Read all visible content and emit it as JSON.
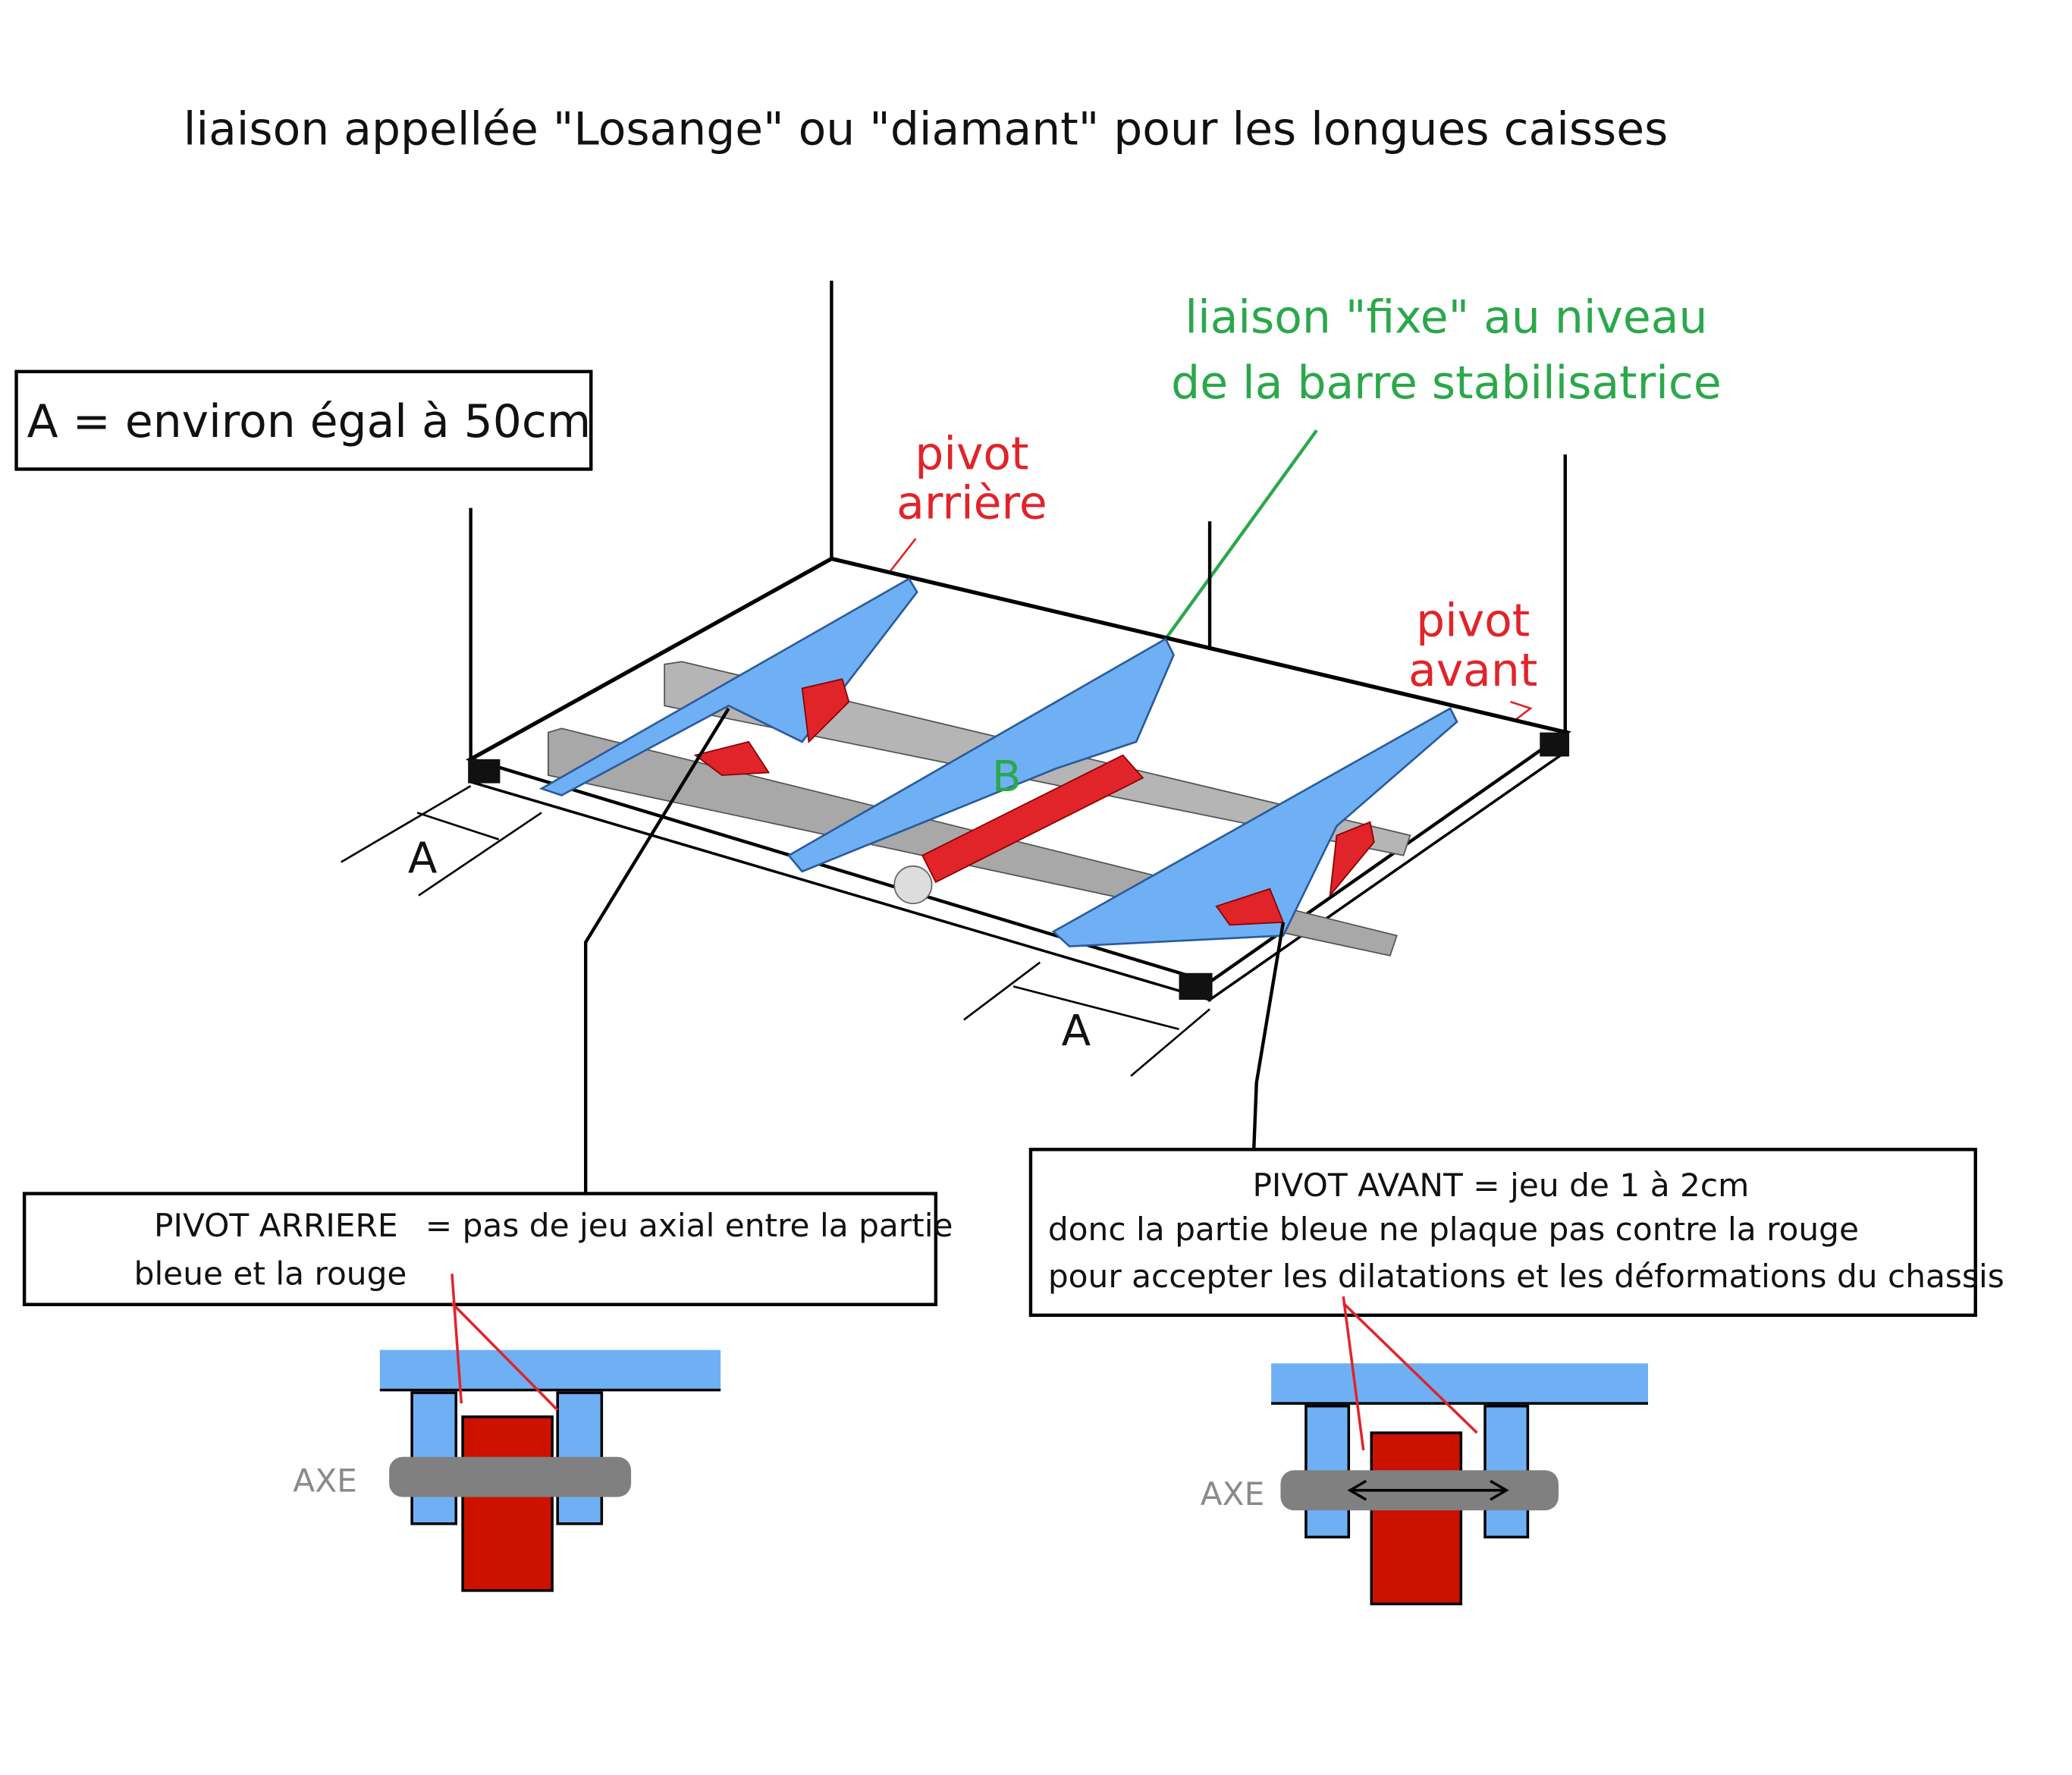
{
  "title": "liaison appellée \"Losange\" ou \"diamant\" pour les longues caisses",
  "legend_box": "A = environ égal à 50cm",
  "labels": {
    "fixe_line1": "liaison \"fixe\" au niveau",
    "fixe_line2": "de la barre stabilisatrice",
    "pivot_arriere_line1": "pivot",
    "pivot_arriere_line2": "arrière",
    "pivot_avant_line1": "pivot",
    "pivot_avant_line2": "avant",
    "b": "B",
    "a_left": "A",
    "a_right": "A"
  },
  "box_arriere": {
    "line1_label": "PIVOT ARRIERE",
    "line1_text": "= pas de jeu axial entre la partie",
    "line2": "bleue et la rouge"
  },
  "box_avant": {
    "line1": "PIVOT AVANT  = jeu de 1 à 2cm",
    "line2": "donc la partie bleue ne plaque pas contre la rouge",
    "line3": "pour accepter les dilatations et les déformations du chassis"
  },
  "detail_arriere": {
    "axe": "AXE"
  },
  "detail_avant": {
    "axe": "AXE"
  },
  "colors": {
    "blue": "#6fb0f5",
    "red": "#cc1100",
    "gray": "#808080",
    "green": "#2aa84a",
    "label_red": "#e0242a"
  }
}
